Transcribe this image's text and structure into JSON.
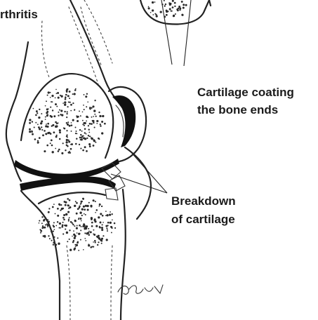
{
  "labels": {
    "top_left": "rthritis",
    "cartilage_coating_line1": "Cartilage coating",
    "cartilage_coating_line2": "the bone ends",
    "breakdown_line1": "Breakdown",
    "breakdown_line2": "of cartilage"
  },
  "colors": {
    "ink": "#1b1b1b",
    "background": "#ffffff"
  }
}
